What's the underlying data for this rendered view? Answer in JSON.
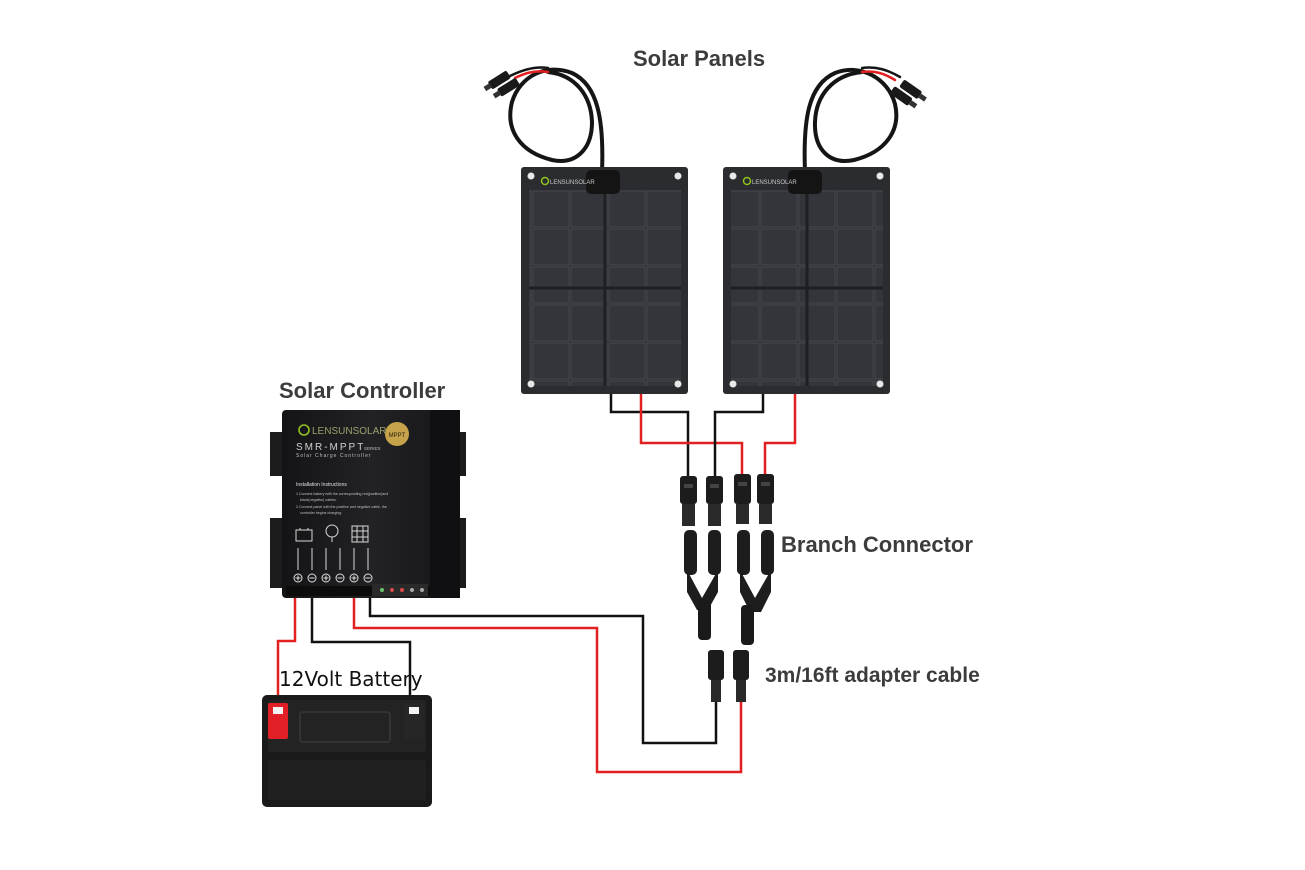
{
  "labels": {
    "solar_panels": "Solar Panels",
    "solar_controller": "Solar Controller",
    "branch_connector": "Branch Connector",
    "adapter_cable": "3m/16ft adapter cable",
    "battery": "12Volt Battery"
  },
  "panel": {
    "brand": "LENSUNSOLAR",
    "count": 2
  },
  "controller": {
    "brand": "LENSUNSOLAR",
    "model": "SMR-MPPT",
    "series": "SERIES",
    "subtitle": "Solar Charge Controller",
    "badge": "MPPT",
    "instructions_title": "Installation Instructions",
    "instruction_1": "1.Connect battery with the corresponding red(positive)and",
    "instruction_1b": "black(negative) cables.",
    "instruction_2": "2.Connect panel with the positive and negative cable, the",
    "instruction_2b": "controller begins charging."
  },
  "colors": {
    "positive_wire": "#e32020",
    "negative_wire": "#111111",
    "panel_surface": "#2e2f33",
    "controller_body": "#1b1b1d"
  }
}
